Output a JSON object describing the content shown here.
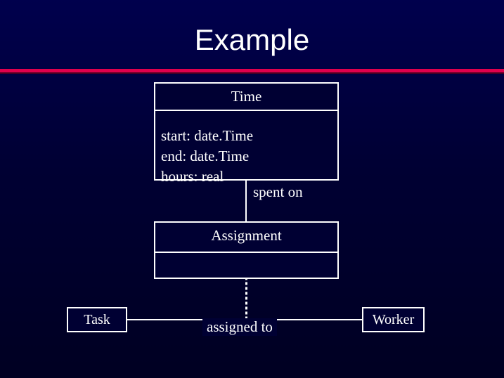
{
  "slide": {
    "title": "Example",
    "accent_color": "#e0004d",
    "background_color": "#000033",
    "text_color": "#ffffff"
  },
  "diagram": {
    "type": "uml-class-diagram",
    "classes": [
      {
        "id": "time",
        "name": "Time",
        "attributes": "start: date.Time\nend: date.Time\nhours: real"
      },
      {
        "id": "assignment",
        "name": "Assignment",
        "attributes": ""
      },
      {
        "id": "task",
        "name": "Task"
      },
      {
        "id": "worker",
        "name": "Worker"
      }
    ],
    "labels": {
      "spent_on": "spent on",
      "assigned_to": "assigned to"
    },
    "connectors": [
      {
        "from": "time",
        "to": "assignment",
        "style": "solid",
        "label": "spent on"
      },
      {
        "from": "assignment",
        "to": "assigned-to-association",
        "style": "dotted"
      },
      {
        "from": "task",
        "to": "worker",
        "style": "solid",
        "label": "assigned to"
      }
    ]
  }
}
